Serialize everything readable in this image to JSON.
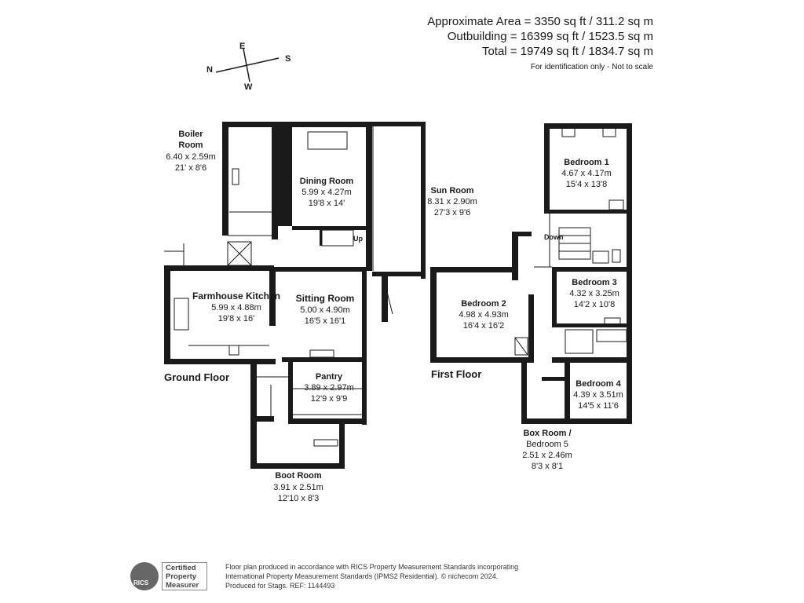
{
  "header": {
    "approx_area": "Approximate Area = 3350 sq ft / 311.2 sq m",
    "outbuilding": "Outbuilding = 16399 sq ft / 1523.5 sq m",
    "total": "Total = 19749 sq ft / 1834.7 sq m",
    "disclaimer": "For identification only - Not to scale"
  },
  "compass": {
    "n": "N",
    "e": "E",
    "s": "S",
    "w": "W"
  },
  "floors": {
    "ground": "Ground Floor",
    "first": "First Floor"
  },
  "rooms": {
    "boiler": {
      "name1": "Boiler",
      "name2": "Room",
      "metric": "6.40 x 2.59m",
      "imperial": "21' x 8'6"
    },
    "dining": {
      "name": "Dining Room",
      "metric": "5.99 x 4.27m",
      "imperial": "19'8 x 14'"
    },
    "sun": {
      "name": "Sun Room",
      "metric": "8.31 x 2.90m",
      "imperial": "27'3 x 9'6"
    },
    "kitchen": {
      "name": "Farmhouse Kitchen",
      "metric": "5.99 x 4.88m",
      "imperial": "19'8 x 16'"
    },
    "sitting": {
      "name": "Sitting Room",
      "metric": "5.00 x 4.90m",
      "imperial": "16'5 x 16'1"
    },
    "pantry": {
      "name": "Pantry",
      "metric": "3.89 x 2.97m",
      "imperial": "12'9 x 9'9"
    },
    "boot": {
      "name": "Boot Room",
      "metric": "3.91 x 2.51m",
      "imperial": "12'10 x 8'3"
    },
    "bed1": {
      "name": "Bedroom 1",
      "metric": "4.67 x 4.17m",
      "imperial": "15'4 x 13'8"
    },
    "bed2": {
      "name": "Bedroom 2",
      "metric": "4.98 x 4.93m",
      "imperial": "16'4 x 16'2"
    },
    "bed3": {
      "name": "Bedroom 3",
      "metric": "4.32 x 3.25m",
      "imperial": "14'2 x 10'8"
    },
    "bed4": {
      "name": "Bedroom 4",
      "metric": "4.39 x 3.51m",
      "imperial": "14'5 x 11'6"
    },
    "box": {
      "name1": "Box Room /",
      "name2": "Bedroom 5",
      "metric": "2.51 x 2.46m",
      "imperial": "8'3 x 8'1"
    }
  },
  "stairs": {
    "up": "Up",
    "down": "Down"
  },
  "footer": {
    "line1": "Floor plan produced in accordance with RICS Property Measurement Standards incorporating",
    "line2": "International Property Measurement Standards (IPMS2 Residential).  © nichecom 2024.",
    "line3": "Produced for Stags.   REF:  1144493"
  },
  "rics": {
    "badge": "RICS",
    "line1": "Certified",
    "line2": "Property",
    "line3": "Measurer"
  }
}
